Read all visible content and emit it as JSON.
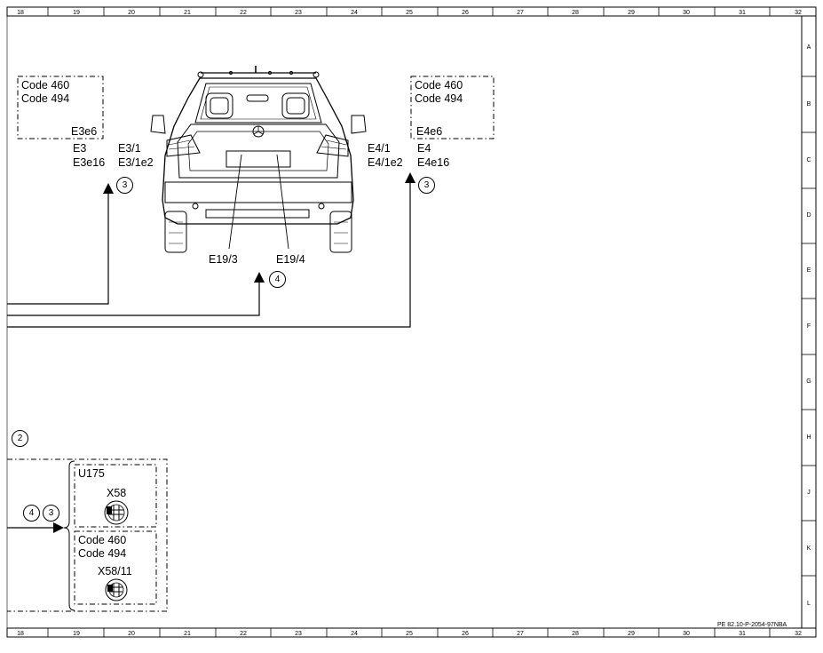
{
  "ruler": {
    "columns": [
      "18",
      "19",
      "20",
      "21",
      "22",
      "23",
      "24",
      "25",
      "26",
      "27",
      "28",
      "29",
      "30",
      "31",
      "32"
    ],
    "rows": [
      "A",
      "B",
      "C",
      "D",
      "E",
      "F",
      "G",
      "H",
      "J",
      "K",
      "L"
    ]
  },
  "doc_id": "PE 82.10-P-2054-97NBA",
  "left_group": {
    "codes": [
      "Code 460",
      "Code 494"
    ],
    "e3e6": "E3e6",
    "e3": "E3",
    "e3e16": "E3e16",
    "e3_1": "E3/1",
    "e3_1e2": "E3/1e2",
    "callout": "3"
  },
  "right_group": {
    "codes": [
      "Code 460",
      "Code 494"
    ],
    "e4e6": "E4e6",
    "e4_1": "E4/1",
    "e4_1e2": "E4/1e2",
    "e4": "E4",
    "e4e16": "E4e16",
    "callout": "3"
  },
  "vehicle": {
    "e19_3": "E19/3",
    "e19_4": "E19/4",
    "callout": "4"
  },
  "bottom_group": {
    "callout_2": "2",
    "callout_4": "4",
    "callout_3": "3",
    "u175": "U175",
    "x58": "X58",
    "codes": [
      "Code 460",
      "Code 494"
    ],
    "x58_11": "X58/11"
  }
}
